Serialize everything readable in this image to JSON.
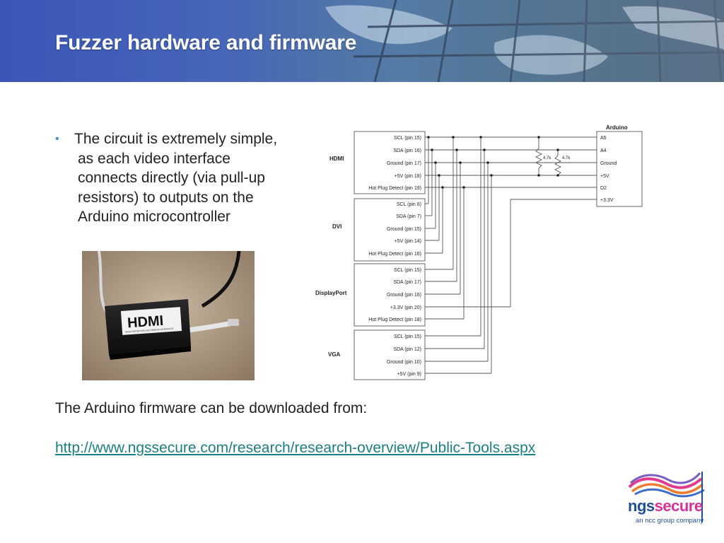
{
  "slide": {
    "title": "Fuzzer hardware and firmware",
    "bullet": {
      "lines": [
        "The circuit is extremely simple,",
        "as each video interface",
        "connects directly (via pull-up",
        "resistors) to outputs on the",
        "Arduino microcontroller"
      ]
    },
    "firmware_text": "The Arduino firmware can be downloaded from:",
    "link_text": "http://www.ngssecure.com/research/research-overview/Public-Tools.aspx",
    "photo": {
      "label": "HDMI",
      "sublabel": "HIGH-DEFINITION MULTIMEDIA INTERFACE"
    },
    "logo": {
      "part1": "ngs",
      "part2": "secure",
      "tagline": "an ncc group company"
    },
    "colors": {
      "header": "#3e5fb5",
      "link": "#1a7f84",
      "bullet": "#3d8fd9",
      "logo_blue": "#1f4e9a",
      "logo_pink": "#d9309a"
    }
  },
  "diagram": {
    "hdmi": {
      "title": "HDMI",
      "pins": [
        "SCL (pin 15)",
        "SDA (pin 16)",
        "Ground (pin 17)",
        "+5V (pin 18)",
        "Hot Plug Detect (pin 19)"
      ]
    },
    "dvi": {
      "title": "DVI",
      "pins": [
        "SCL (pin 6)",
        "SDA (pin 7)",
        "Ground (pin 15)",
        "+5V (pin 14)",
        "Hot Plug Detect (pin 16)"
      ]
    },
    "displayport": {
      "title": "DisplayPort",
      "pins": [
        "SCL (pin 15)",
        "SDA (pin 17)",
        "Ground (pin 16)",
        "+3.3V (pin 20)",
        "Hot Plug Detect (pin 18)"
      ]
    },
    "vga": {
      "title": "VGA",
      "pins": [
        "SCL (pin 15)",
        "SDA (pin 12)",
        "Ground (pin 10)",
        "+5V (pin 9)"
      ]
    },
    "arduino": {
      "title": "Arduino",
      "pins": [
        "A5",
        "A4",
        "Ground",
        "+5V",
        "D2",
        "+3.3V"
      ]
    },
    "resistors": [
      "4.7k",
      "4.7k"
    ]
  }
}
